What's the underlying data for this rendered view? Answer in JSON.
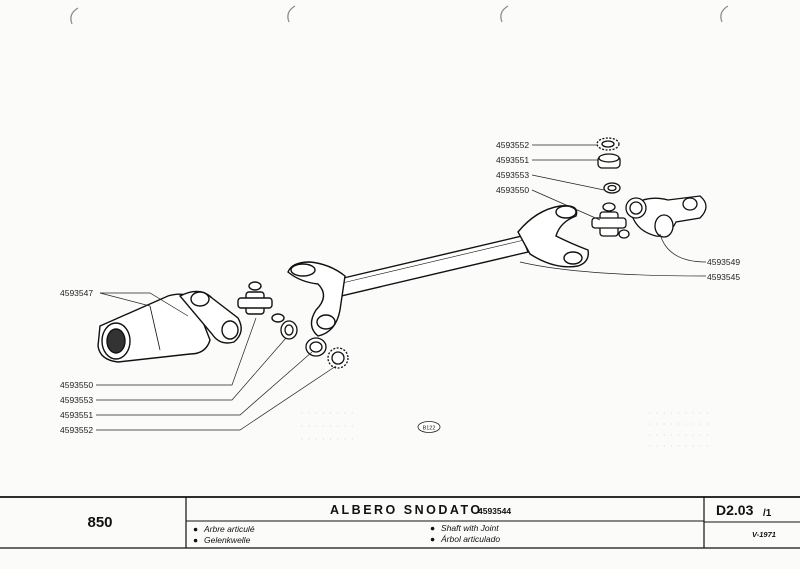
{
  "parts": {
    "right": [
      "4593552",
      "4593551",
      "4593553",
      "4593550"
    ],
    "right_lower": [
      "4593549",
      "4593545"
    ],
    "left_top": "4593547",
    "left_bottom": [
      "4593550",
      "4593553",
      "4593551",
      "4593552"
    ]
  },
  "figure_code": "B122",
  "footer": {
    "model": "850",
    "title": "ALBERO SNODATO",
    "title_part": "4593544",
    "desc_fr": "Arbre articulé",
    "desc_de": "Gelenkwelle",
    "desc_en": "Shaft with Joint",
    "desc_es": "Árbol articulado",
    "code": "D2.03",
    "code_sub": "/1",
    "date": "V-1971"
  },
  "colors": {
    "ink": "#1a1a1a",
    "paper": "#fbfbf9"
  }
}
